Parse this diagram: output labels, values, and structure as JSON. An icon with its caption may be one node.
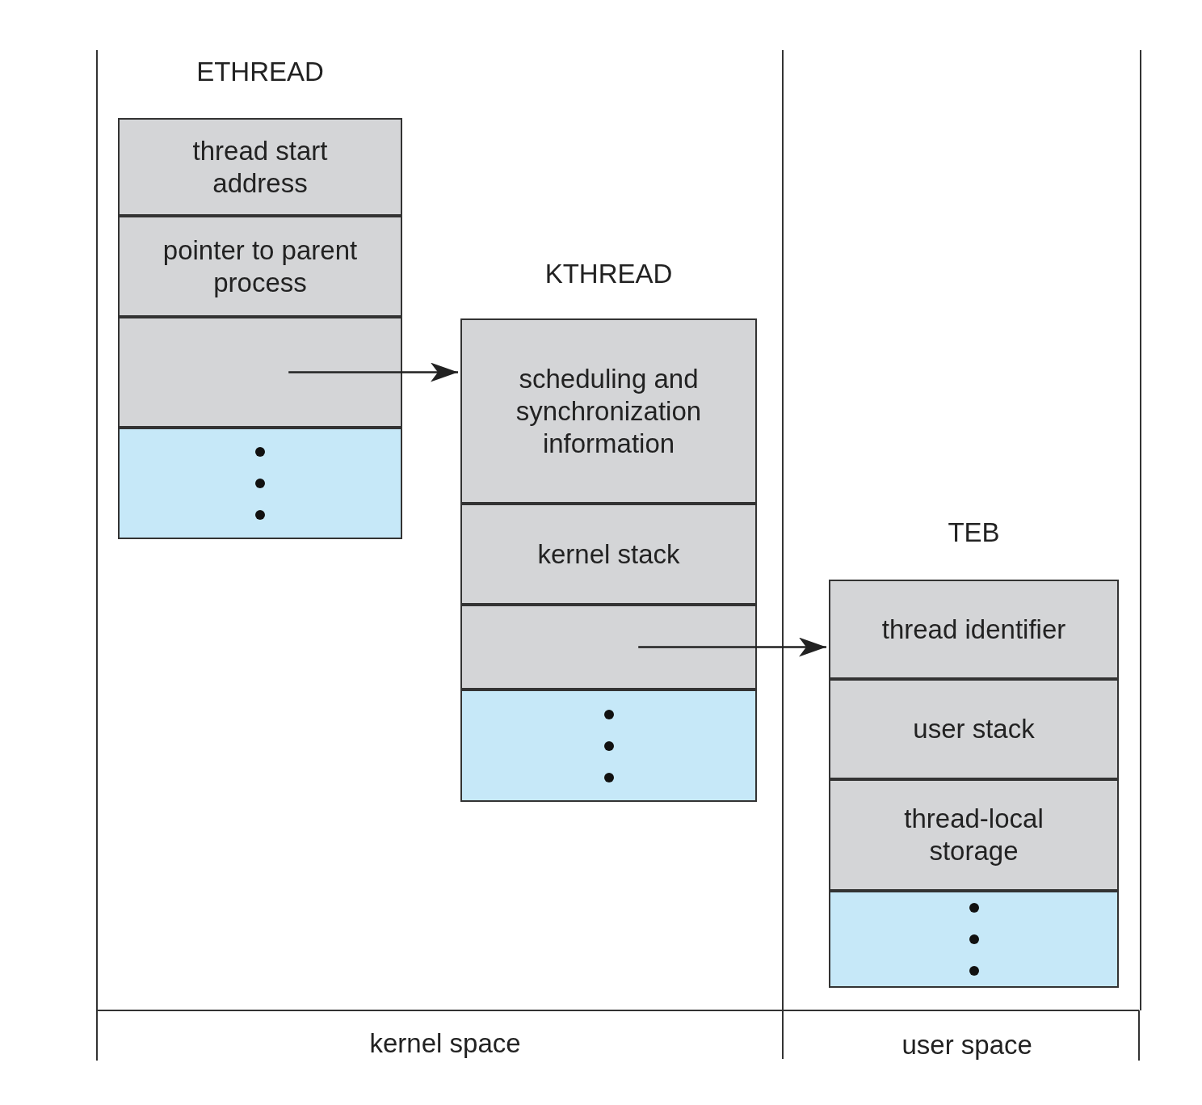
{
  "diagram": {
    "nodes": [
      {
        "text": [
          "ETHREAD"
        ]
      },
      {
        "text": [
          "thread start address"
        ],
        "in": 0
      },
      {
        "text": [
          "pointer to parent process"
        ],
        "in": 0
      },
      {
        "text": [],
        "shape": "box",
        "in": 0
      },
      {
        "text": [],
        "shape": "box",
        "in": 0
      },
      {
        "text": [
          "KTHREAD"
        ]
      },
      {
        "text": [
          "scheduling and synchronization information"
        ],
        "in": 5
      },
      {
        "text": [
          "kernel stack"
        ],
        "in": 5
      },
      {
        "text": [],
        "shape": "box",
        "in": 5
      },
      {
        "text": [],
        "shape": "box",
        "in": 5
      },
      {
        "text": [
          "TEB"
        ]
      },
      {
        "text": [
          "thread identifier"
        ],
        "in": 10
      },
      {
        "text": [
          "user stack"
        ],
        "in": 10
      },
      {
        "text": [
          "thread-local storage"
        ],
        "in": 10
      },
      {
        "text": [],
        "shape": "box",
        "in": 10
      }
    ],
    "edges": [
      {
        "from": 3,
        "to": 5,
        "arrow": "to"
      },
      {
        "from": 8,
        "to": 10,
        "arrow": "to"
      }
    ],
    "labels": [
      "kernel space",
      "user space"
    ]
  }
}
